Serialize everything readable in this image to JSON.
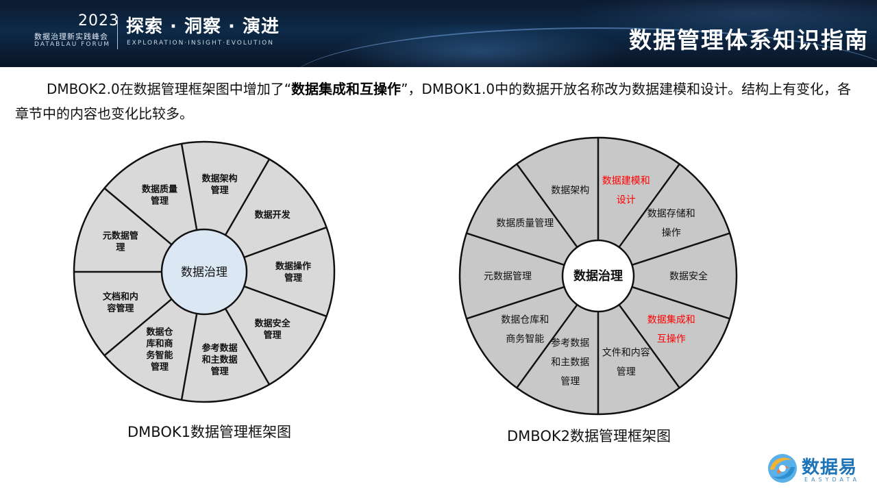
{
  "header": {
    "year": "2023",
    "forum_cn": "数据治理新实践峰会",
    "forum_en": "DATABLAU FORUM",
    "slogan_cn": "探索 · 洞察 · 演进",
    "slogan_en": "EXPLORATION·INSIGHT·EVOLUTION",
    "page_title": "数据管理体系知识指南"
  },
  "intro": {
    "part1": "DMBOK2.0在数据管理框架图中增加了“",
    "bold": "数据集成和互操作",
    "part2": "”，DMBOK1.0中的数据开放名称改为数据建模和设计。结构上有变化，各章节中的内容也变化比较多。"
  },
  "colors": {
    "wheel1_fill": "#d9d9d9",
    "wheel1_center": "#dbe8f4",
    "wheel2_fill": "#c8c8c8",
    "wheel2_center": "#ffffff",
    "highlight": "#ff0000",
    "text": "#111111"
  },
  "diagram1": {
    "center": "数据治理",
    "segments": [
      {
        "lines": [
          "数据架构",
          "管理"
        ]
      },
      {
        "lines": [
          "数据开发"
        ]
      },
      {
        "lines": [
          "数据操作",
          "管理"
        ]
      },
      {
        "lines": [
          "数据安全",
          "管理"
        ]
      },
      {
        "lines": [
          "参考数据",
          "和主数据",
          "管理"
        ]
      },
      {
        "lines": [
          "数据仓",
          "库和商",
          "务智能",
          "管理"
        ]
      },
      {
        "lines": [
          "文档和内",
          "容管理"
        ]
      },
      {
        "lines": [
          "元数据管",
          "理"
        ]
      },
      {
        "lines": [
          "数据质量",
          "管理"
        ]
      }
    ],
    "caption": "DMBOK1数据管理框架图"
  },
  "diagram2": {
    "center": "数据治理",
    "segments": [
      {
        "lines": [
          "数据建模和",
          "设计"
        ],
        "highlight": true
      },
      {
        "lines": [
          "数据存储和",
          "操作"
        ],
        "highlight": false
      },
      {
        "lines": [
          "数据安全"
        ],
        "highlight": false
      },
      {
        "lines": [
          "数据集成和",
          "互操作"
        ],
        "highlight": true
      },
      {
        "lines": [
          "文件和内容",
          "管理"
        ],
        "highlight": false
      },
      {
        "lines": [
          "参考数据",
          "和主数据",
          "管理"
        ],
        "highlight": false
      },
      {
        "lines": [
          "数据仓库和",
          "商务智能"
        ],
        "highlight": false
      },
      {
        "lines": [
          "元数据管理"
        ],
        "highlight": false
      },
      {
        "lines": [
          "数据质量管理"
        ],
        "highlight": false
      },
      {
        "lines": [
          "数据架构"
        ],
        "highlight": false
      }
    ],
    "caption": "DMBOK2数据管理框架图"
  },
  "brand": {
    "name_cn": "数据易",
    "name_en": "EASYDATA"
  }
}
